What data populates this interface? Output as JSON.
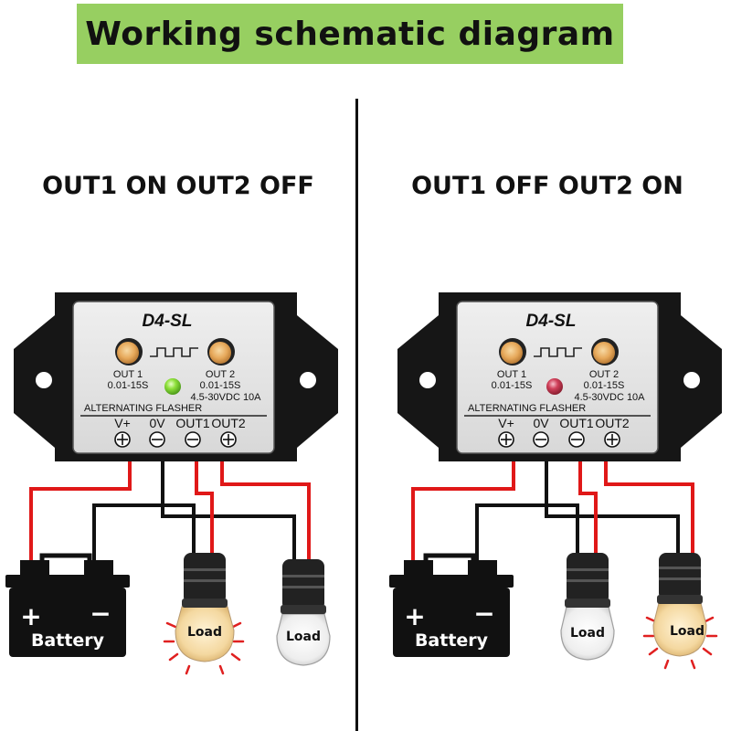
{
  "header": {
    "title": "Working schematic diagram"
  },
  "colors": {
    "banner": "#97cf61",
    "wire_positive": "#e01818",
    "wire_negative": "#111111",
    "led_on_green": "#8ee03a",
    "led_on_red": "#d0405a",
    "lamp_glow": "#f4d8a0",
    "glow_rays": "#e02020"
  },
  "panels": [
    {
      "state": "OUT1 ON OUT2 OFF",
      "led": "green",
      "device": {
        "model": "D4-SL",
        "knob1_label": "OUT 1",
        "knob1_range": "0.01-15S",
        "knob2_label": "OUT 2",
        "knob2_range": "0.01-15S",
        "rating": "4.5-30VDC 10A",
        "function": "ALTERNATING FLASHER",
        "terminals": [
          "V+",
          "0V",
          "OUT1",
          "OUT2"
        ]
      },
      "battery": {
        "label": "Battery",
        "plus": "+",
        "minus": "−"
      },
      "loads": [
        {
          "label": "Load",
          "lit": true
        },
        {
          "label": "Load",
          "lit": false
        }
      ]
    },
    {
      "state": "OUT1 OFF OUT2 ON",
      "led": "red",
      "device": {
        "model": "D4-SL",
        "knob1_label": "OUT 1",
        "knob1_range": "0.01-15S",
        "knob2_label": "OUT 2",
        "knob2_range": "0.01-15S",
        "rating": "4.5-30VDC 10A",
        "function": "ALTERNATING FLASHER",
        "terminals": [
          "V+",
          "0V",
          "OUT1",
          "OUT2"
        ]
      },
      "battery": {
        "label": "Battery",
        "plus": "+",
        "minus": "−"
      },
      "loads": [
        {
          "label": "Load",
          "lit": false
        },
        {
          "label": "Load",
          "lit": true
        }
      ]
    }
  ]
}
